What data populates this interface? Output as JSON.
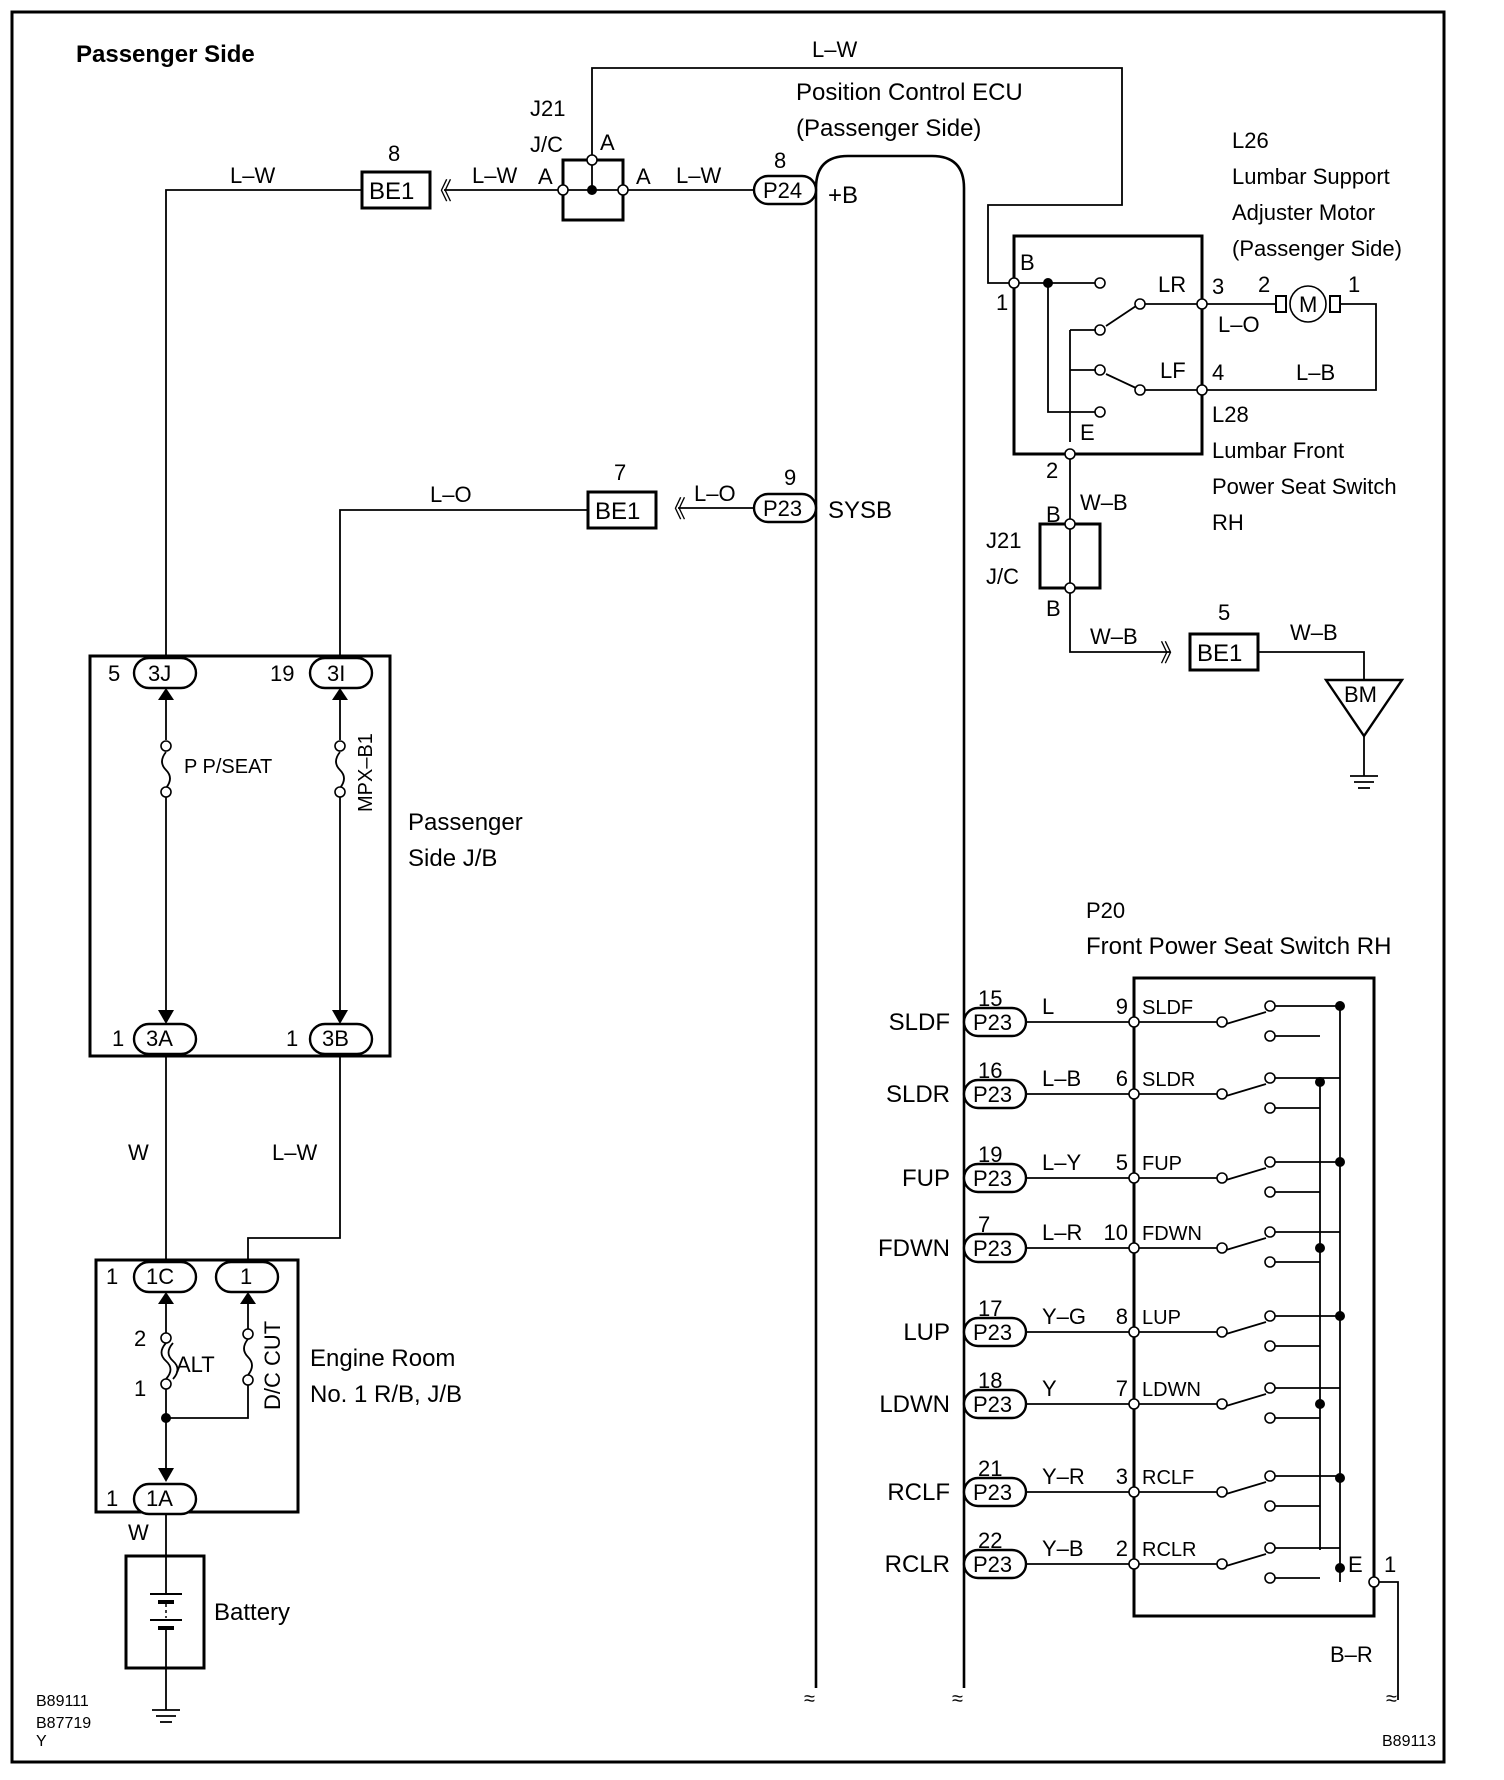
{
  "title": "Passenger Side",
  "codes": {
    "left": "B89111",
    "left2": "B87719",
    "left3": "Y",
    "right": "B89113"
  },
  "ecu": {
    "line1": "Position Control ECU",
    "line2": "(Passenger Side)",
    "plus_b": "+B",
    "sysb": "SYSB"
  },
  "connectors": {
    "be1": "BE1",
    "p24": "P24",
    "p23": "P23",
    "bm": "BM",
    "be1_top_pin": "8",
    "be1_mid_pin": "7",
    "be1_gnd_pin": "5",
    "p24_pin": "8",
    "p23_mid_pin": "9",
    "j21_top_name": "J21",
    "j21_top_jc": "J/C",
    "j21_mid_name": "J21",
    "j21_mid_jc": "J/C",
    "pin_a": "A",
    "pin_b": "B"
  },
  "wires": {
    "lw": "L–W",
    "lo": "L–O",
    "wb": "W–B",
    "w": "W",
    "lb": "L–B",
    "br": "B–R"
  },
  "jb": {
    "label1": "Passenger",
    "label2": "Side J/B",
    "pin_3j": "5",
    "conn_3j": "3J",
    "pin_3i": "19",
    "conn_3i": "3I",
    "pin_3a": "1",
    "conn_3a": "3A",
    "pin_3b": "1",
    "conn_3b": "3B",
    "fuse1": "P P/SEAT",
    "fuse2": "MPX–B1"
  },
  "engine": {
    "label1": "Engine  Room",
    "label2": "No. 1 R/B, J/B",
    "pin_1c": "1",
    "conn_1c": "1C",
    "conn_1": "1",
    "pin_1a": "1",
    "conn_1a": "1A",
    "fuse_alt": "ALT",
    "fuse_dc": "D/C CUT",
    "alt_top": "2",
    "alt_bot": "1"
  },
  "battery": "Battery",
  "lumbar_motor": {
    "ref": "L26",
    "line1": "Lumbar Support",
    "line2": "Adjuster Motor",
    "line3": "(Passenger Side)",
    "m": "M",
    "pin2": "2",
    "pin1": "1"
  },
  "lumbar_switch": {
    "ref": "L28",
    "line1": "Lumbar Front",
    "line2": "Power Seat Switch",
    "line3": "RH",
    "b": "B",
    "e": "E",
    "lr": "LR",
    "lf": "LF",
    "pin1": "1",
    "pin2": "2",
    "pin3": "3",
    "pin4": "4"
  },
  "seat_switch": {
    "ref": "P20",
    "name": "Front Power Seat Switch RH",
    "e": "E",
    "e_pin": "1",
    "rows": [
      {
        "ecu_label": "SLDF",
        "ecu_pin": "15",
        "wire": "L",
        "sw_pin": "9",
        "sw_label": "SLDF"
      },
      {
        "ecu_label": "SLDR",
        "ecu_pin": "16",
        "wire": "L–B",
        "sw_pin": "6",
        "sw_label": "SLDR"
      },
      {
        "ecu_label": "FUP",
        "ecu_pin": "19",
        "wire": "L–Y",
        "sw_pin": "5",
        "sw_label": "FUP"
      },
      {
        "ecu_label": "FDWN",
        "ecu_pin": "7",
        "wire": "L–R",
        "sw_pin": "10",
        "sw_label": "FDWN"
      },
      {
        "ecu_label": "LUP",
        "ecu_pin": "17",
        "wire": "Y–G",
        "sw_pin": "8",
        "sw_label": "LUP"
      },
      {
        "ecu_label": "LDWN",
        "ecu_pin": "18",
        "wire": "Y",
        "sw_pin": "7",
        "sw_label": "LDWN"
      },
      {
        "ecu_label": "RCLF",
        "ecu_pin": "21",
        "wire": "Y–R",
        "sw_pin": "3",
        "sw_label": "RCLF"
      },
      {
        "ecu_label": "RCLR",
        "ecu_pin": "22",
        "wire": "Y–B",
        "sw_pin": "2",
        "sw_label": "RCLR"
      }
    ]
  }
}
